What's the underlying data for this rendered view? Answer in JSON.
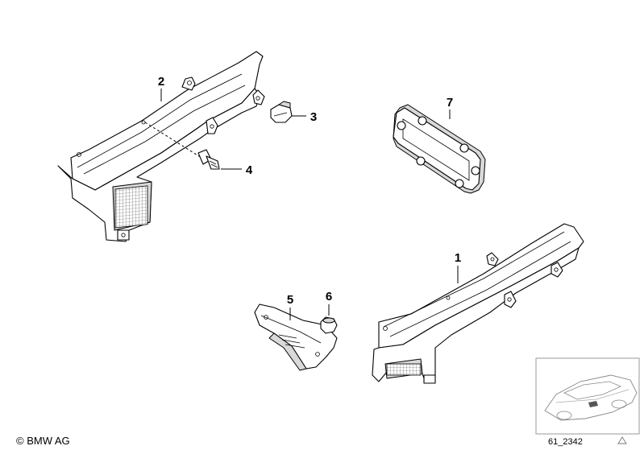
{
  "callouts": [
    {
      "id": "callout-1",
      "label": "1"
    },
    {
      "id": "callout-2",
      "label": "2"
    },
    {
      "id": "callout-3",
      "label": "3"
    },
    {
      "id": "callout-4",
      "label": "4"
    },
    {
      "id": "callout-5",
      "label": "5"
    },
    {
      "id": "callout-6",
      "label": "6"
    },
    {
      "id": "callout-7",
      "label": "7"
    }
  ],
  "footer": {
    "copyright": "© BMW AG",
    "diagram_ref": "61_2342"
  }
}
